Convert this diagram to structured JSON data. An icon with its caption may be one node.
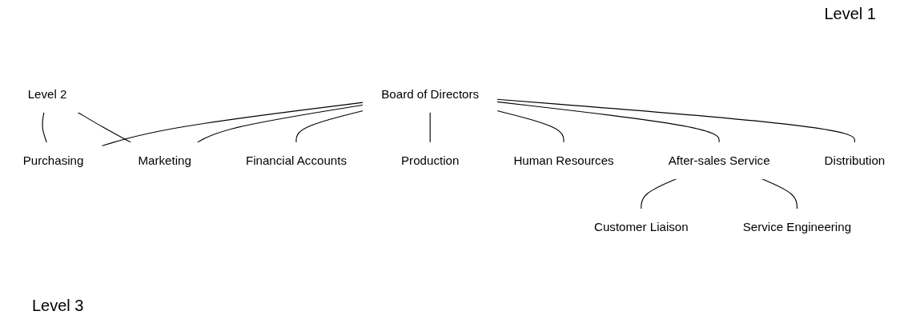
{
  "diagram": {
    "nodes": [
      {
        "text": [
          "Board of Directors"
        ]
      },
      {
        "text": [
          "Purchasing"
        ]
      },
      {
        "text": [
          "Financial Accounts"
        ]
      },
      {
        "text": [
          "Human Resources"
        ]
      },
      {
        "text": [
          "Distribution"
        ]
      },
      {
        "text": [
          "Level 2"
        ]
      },
      {
        "text": [
          "Marketing"
        ]
      },
      {
        "text": [
          "Production"
        ]
      },
      {
        "text": [
          "After-sales Service"
        ]
      },
      {
        "text": [
          "Customer Liaison"
        ]
      },
      {
        "text": [
          "Service Engineering"
        ]
      }
    ],
    "edges": [
      {
        "from": 0,
        "to": 1,
        "arrow": "none"
      },
      {
        "from": 0,
        "to": 6,
        "arrow": "none"
      },
      {
        "from": 0,
        "to": 2,
        "arrow": "none"
      },
      {
        "from": 0,
        "to": 7,
        "arrow": "none"
      },
      {
        "from": 0,
        "to": 3,
        "arrow": "none"
      },
      {
        "from": 0,
        "to": 8,
        "arrow": "none"
      },
      {
        "from": 0,
        "to": 4,
        "arrow": "none"
      },
      {
        "from": 5,
        "to": 1,
        "arrow": "none"
      },
      {
        "from": 5,
        "to": 6,
        "arrow": "none"
      },
      {
        "from": 8,
        "to": 9,
        "arrow": "none"
      },
      {
        "from": 8,
        "to": 10,
        "arrow": "none"
      }
    ],
    "labels": [
      "Level 1",
      "Level 3"
    ]
  }
}
